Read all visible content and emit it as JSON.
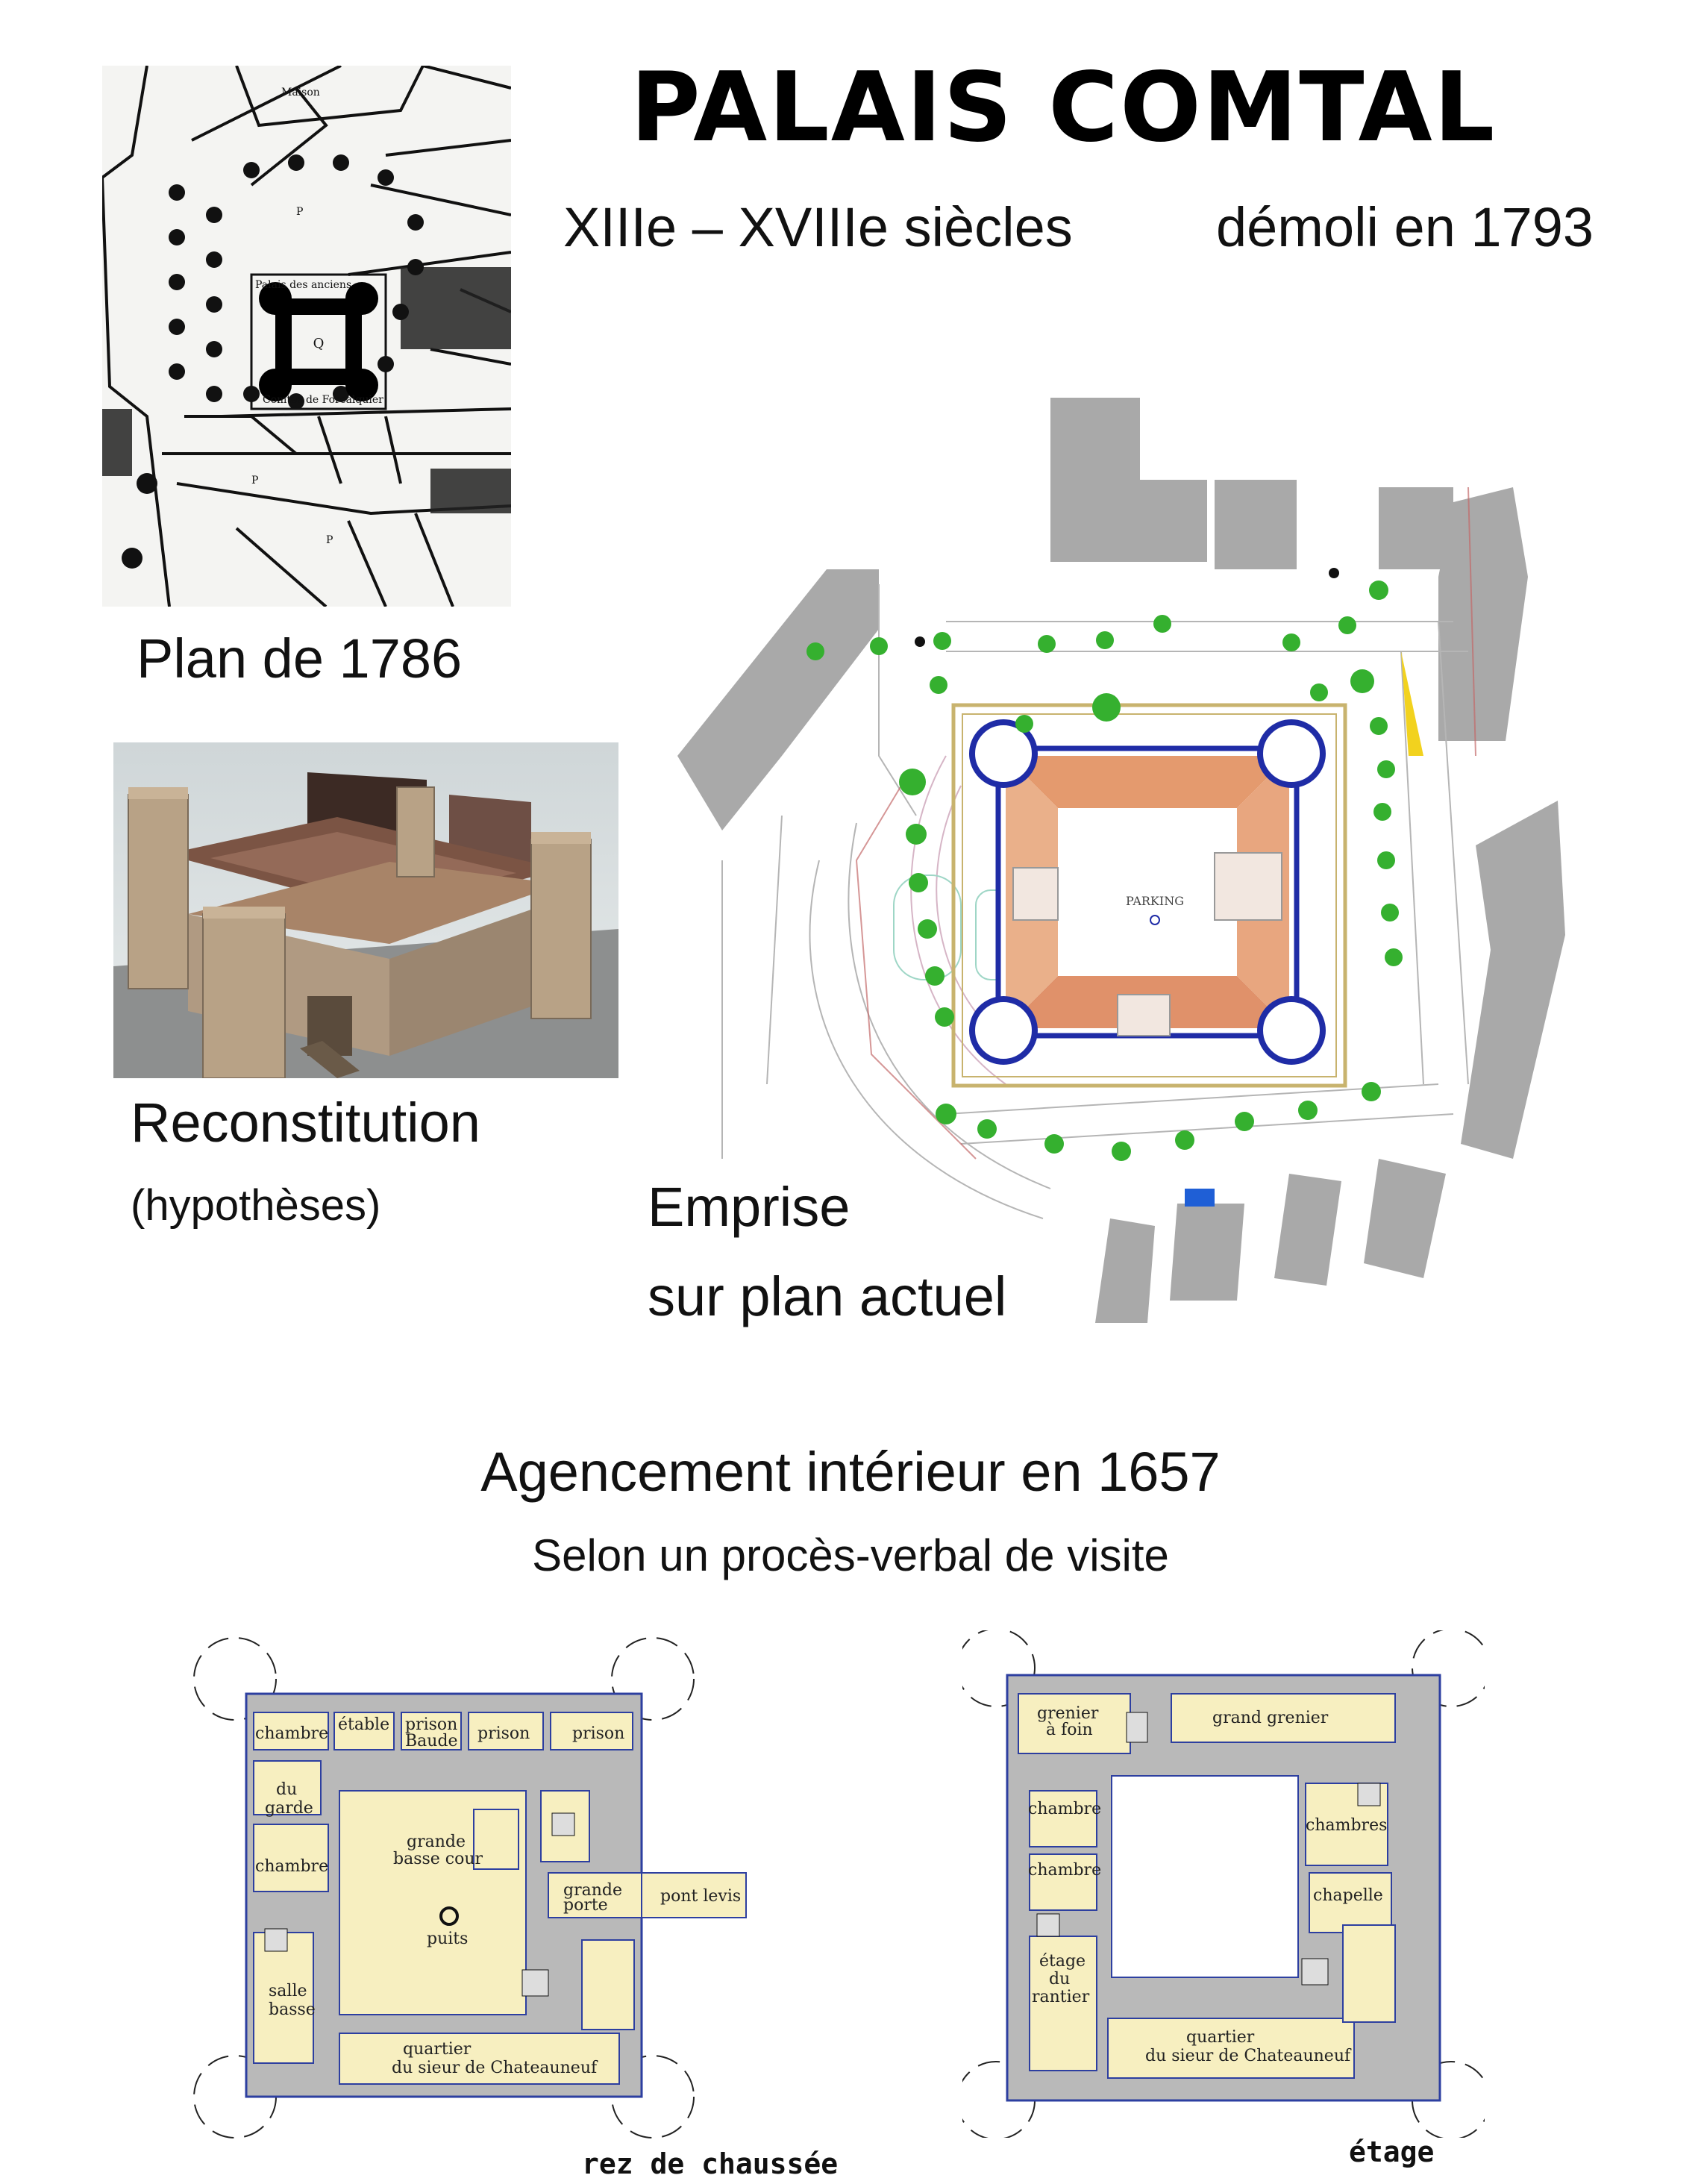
{
  "header": {
    "title": "PALAIS COMTAL",
    "dates": "XIIIe – XVIIIe siècles",
    "demolished": "démoli en 1793"
  },
  "plan_1786": {
    "caption": "Plan de 1786"
  },
  "reconstitution": {
    "caption": "Reconstitution",
    "subcaption": "(hypothèses)"
  },
  "emprise": {
    "caption_line1": "Emprise",
    "caption_line2": "sur plan actuel"
  },
  "interior": {
    "title": "Agencement intérieur en 1657",
    "subtitle": "Selon un procès-verbal de visite"
  },
  "ground_floor": {
    "label": "rez de chaussée",
    "rooms": {
      "chambre_top": "chambre",
      "etable": "étable",
      "prison_baude_1": "prison",
      "prison_baude_2": "Baude",
      "prison_2": "prison",
      "prison_3": "prison",
      "du_garde_1": "du",
      "du_garde_2": "garde",
      "chambre_mid": "chambre",
      "grande_basse_cour_1": "grande",
      "grande_basse_cour_2": "basse cour",
      "grande_porte_1": "grande",
      "grande_porte_2": "porte",
      "pont_levis": "pont levis",
      "puits": "puits",
      "salle_basse_1": "salle",
      "salle_basse_2": "basse",
      "quartier_1": "quartier",
      "quartier_2": "du sieur de Chateauneuf"
    }
  },
  "upper_floor": {
    "label": "étage",
    "rooms": {
      "grenier_foin_1": "grenier",
      "grenier_foin_2": "à foin",
      "grand_grenier": "grand grenier",
      "chambre_1": "chambre",
      "chambre_2": "chambre",
      "chambres": "chambres",
      "chapelle": "chapelle",
      "etage_frantier_1": "étage",
      "etage_frantier_2": "du",
      "etage_frantier_3": "rantier",
      "quartier_1": "quartier",
      "quartier_2": "du sieur de Chateauneuf"
    }
  },
  "colors": {
    "wall": "#b9b9b9",
    "room": "#f7efc0",
    "outline": "#2d3fa0",
    "roof": "#e49a6e",
    "tree": "#2f9e2f"
  }
}
